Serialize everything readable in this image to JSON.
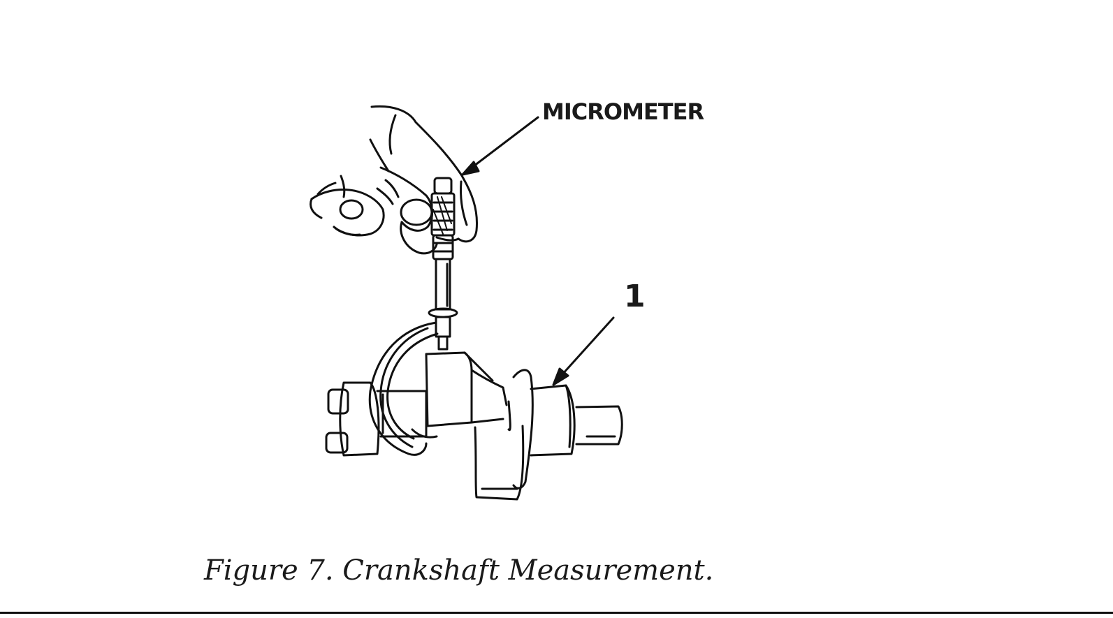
{
  "figure": {
    "callouts": {
      "micrometer": "MICROMETER",
      "part_1": "1"
    },
    "caption": "Figure 7. Crankshaft Measurement."
  },
  "colors": {
    "ink": "#111111",
    "paper": "#ffffff"
  }
}
